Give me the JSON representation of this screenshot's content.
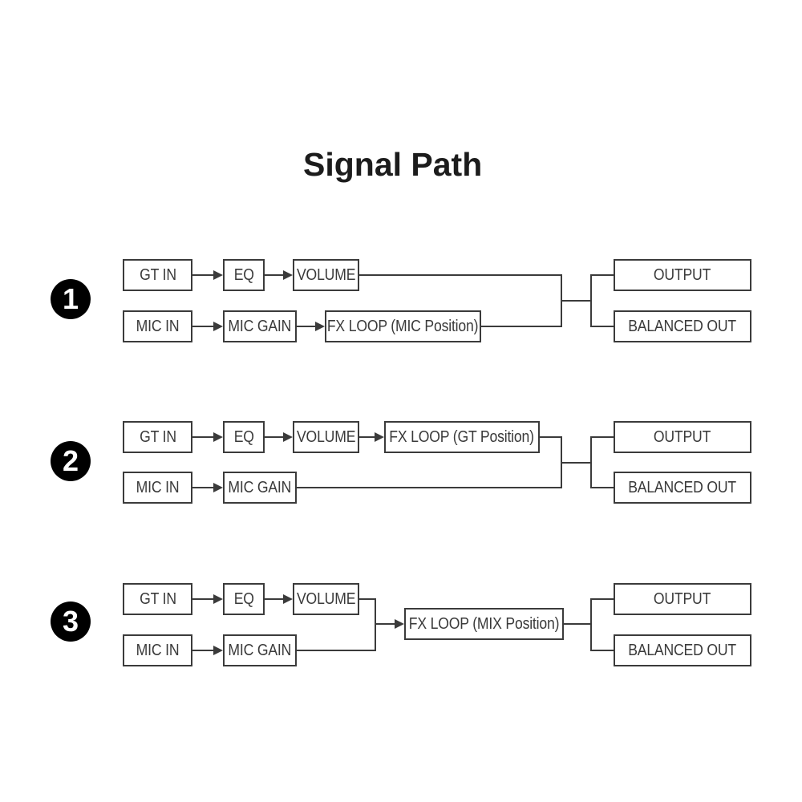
{
  "title": "Signal Path",
  "colors": {
    "background": "#ffffff",
    "stroke": "#3b3b3b",
    "box_text": "#3a3a3a",
    "badge_bg": "#000000",
    "badge_text": "#ffffff",
    "title_text": "#1c1c1c"
  },
  "diagrams": [
    {
      "number": "1",
      "boxes": {
        "gt_in": "GT IN",
        "eq": "EQ",
        "volume": "VOLUME",
        "mic_in": "MIC IN",
        "mic_gain": "MIC GAIN",
        "fx_loop": "FX LOOP (MIC Position)",
        "output": "OUTPUT",
        "balanced_out": "BALANCED OUT"
      }
    },
    {
      "number": "2",
      "boxes": {
        "gt_in": "GT IN",
        "eq": "EQ",
        "volume": "VOLUME",
        "mic_in": "MIC IN",
        "mic_gain": "MIC GAIN",
        "fx_loop": "FX LOOP (GT Position)",
        "output": "OUTPUT",
        "balanced_out": "BALANCED OUT"
      }
    },
    {
      "number": "3",
      "boxes": {
        "gt_in": "GT IN",
        "eq": "EQ",
        "volume": "VOLUME",
        "mic_in": "MIC IN",
        "mic_gain": "MIC GAIN",
        "fx_loop": "FX LOOP (MIX Position)",
        "output": "OUTPUT",
        "balanced_out": "BALANCED OUT"
      }
    }
  ]
}
